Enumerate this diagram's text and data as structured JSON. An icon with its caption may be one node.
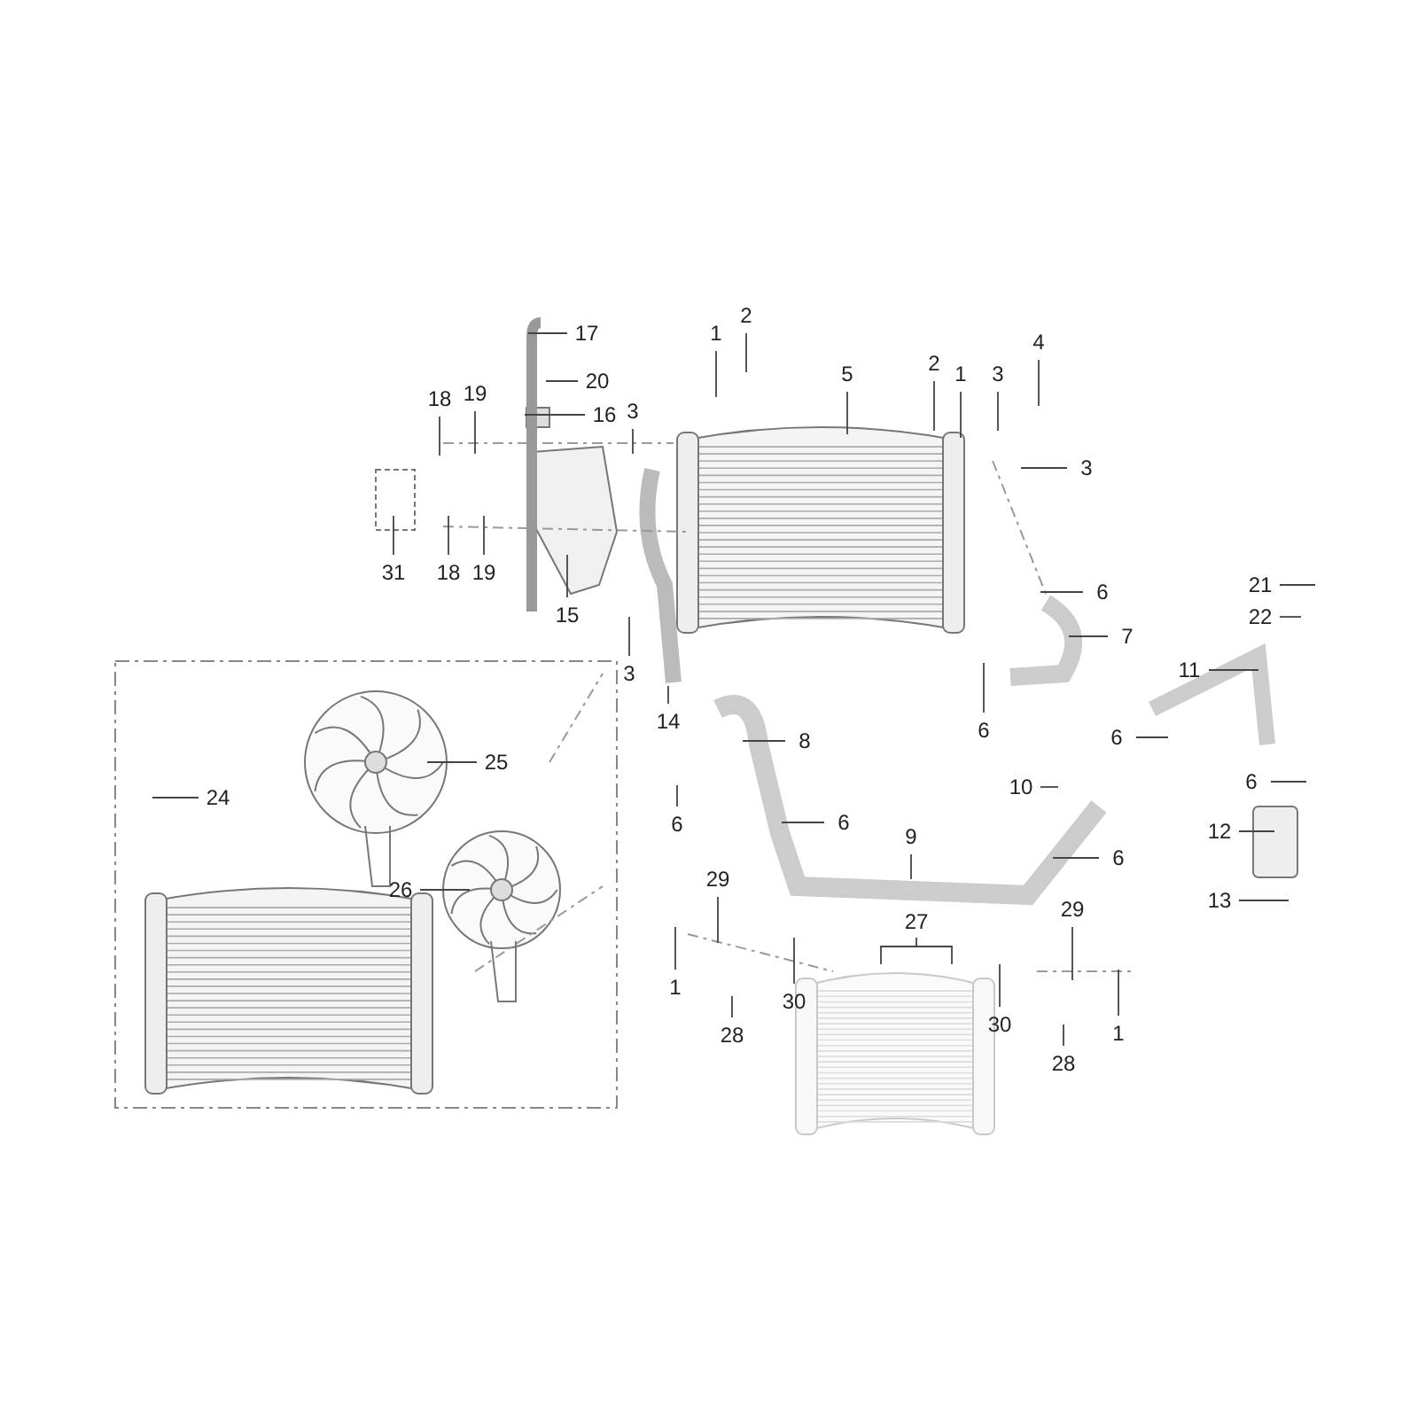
{
  "diagram": {
    "nodes": [
      {
        "text": [
          "17"
        ]
      },
      {
        "text": [
          "1"
        ]
      },
      {
        "text": [
          "2"
        ]
      },
      {
        "text": [
          "20"
        ]
      },
      {
        "text": [
          "16"
        ]
      },
      {
        "text": [
          "18"
        ]
      },
      {
        "text": [
          "19"
        ]
      },
      {
        "text": [
          "5"
        ]
      },
      {
        "text": [
          "2"
        ]
      },
      {
        "text": [
          "1"
        ]
      },
      {
        "text": [
          "3"
        ]
      },
      {
        "text": [
          "4"
        ]
      },
      {
        "text": [
          "3"
        ]
      },
      {
        "text": [
          "3"
        ]
      },
      {
        "text": [
          "6"
        ]
      },
      {
        "text": [
          "7"
        ]
      },
      {
        "text": [
          "6"
        ]
      },
      {
        "text": [
          "31"
        ]
      },
      {
        "text": [
          "18"
        ]
      },
      {
        "text": [
          "19"
        ]
      },
      {
        "text": [
          "15"
        ]
      },
      {
        "text": [
          "3"
        ]
      },
      {
        "text": [
          "14"
        ]
      },
      {
        "text": [
          "21"
        ]
      },
      {
        "text": [
          "22"
        ]
      },
      {
        "text": [
          "11"
        ]
      },
      {
        "text": [
          "8"
        ]
      },
      {
        "text": [
          "25"
        ]
      },
      {
        "text": [
          "24"
        ]
      },
      {
        "text": [
          "6"
        ]
      },
      {
        "text": [
          "6"
        ]
      },
      {
        "text": [
          "6"
        ]
      },
      {
        "text": [
          "10"
        ]
      },
      {
        "text": [
          "6"
        ]
      },
      {
        "text": [
          "12"
        ]
      },
      {
        "text": [
          "26"
        ]
      },
      {
        "text": [
          "6"
        ]
      },
      {
        "text": [
          "9"
        ]
      },
      {
        "text": [
          "13"
        ]
      },
      {
        "text": [
          "29"
        ]
      },
      {
        "text": [
          "27"
        ]
      },
      {
        "text": [
          "29"
        ]
      },
      {
        "text": [
          "1"
        ]
      },
      {
        "text": [
          "30"
        ]
      },
      {
        "text": [
          "28"
        ]
      },
      {
        "text": [
          "30"
        ]
      },
      {
        "text": [
          "28"
        ]
      },
      {
        "text": [
          "1"
        ]
      }
    ],
    "edges": [
      {
        "from": 0,
        "to": null,
        "arrow": "none"
      },
      {
        "from": 1,
        "to": null,
        "arrow": "none"
      },
      {
        "from": 2,
        "to": null,
        "arrow": "none"
      },
      {
        "from": 3,
        "to": null,
        "arrow": "none"
      },
      {
        "from": 4,
        "to": null,
        "arrow": "none"
      },
      {
        "from": 5,
        "to": null,
        "arrow": "none"
      },
      {
        "from": 6,
        "to": null,
        "arrow": "none"
      },
      {
        "from": 7,
        "to": null,
        "arrow": "none"
      },
      {
        "from": 8,
        "to": null,
        "arrow": "none"
      },
      {
        "from": 9,
        "to": null,
        "arrow": "none"
      },
      {
        "from": 10,
        "to": null,
        "arrow": "none"
      },
      {
        "from": 11,
        "to": null,
        "arrow": "none"
      },
      {
        "from": 12,
        "to": null,
        "arrow": "none"
      },
      {
        "from": 13,
        "to": null,
        "arrow": "none"
      },
      {
        "from": 14,
        "to": null,
        "arrow": "none"
      },
      {
        "from": 15,
        "to": null,
        "arrow": "none"
      },
      {
        "from": 16,
        "to": null,
        "arrow": "none"
      },
      {
        "from": 17,
        "to": null,
        "arrow": "none"
      },
      {
        "from": 18,
        "to": null,
        "arrow": "none"
      },
      {
        "from": 19,
        "to": null,
        "arrow": "none"
      },
      {
        "from": 20,
        "to": null,
        "arrow": "none"
      },
      {
        "from": 21,
        "to": null,
        "arrow": "none"
      },
      {
        "from": 22,
        "to": null,
        "arrow": "none"
      },
      {
        "from": 23,
        "to": null,
        "arrow": "none"
      },
      {
        "from": 24,
        "to": null,
        "arrow": "none"
      },
      {
        "from": 25,
        "to": null,
        "arrow": "none"
      },
      {
        "from": 26,
        "to": null,
        "arrow": "none"
      },
      {
        "from": 27,
        "to": null,
        "arrow": "none"
      },
      {
        "from": 28,
        "to": null,
        "arrow": "none"
      },
      {
        "from": 29,
        "to": null,
        "arrow": "none"
      },
      {
        "from": 30,
        "to": null,
        "arrow": "none"
      },
      {
        "from": 31,
        "to": null,
        "arrow": "none"
      },
      {
        "from": 32,
        "to": null,
        "arrow": "none"
      },
      {
        "from": 33,
        "to": null,
        "arrow": "none"
      },
      {
        "from": 34,
        "to": null,
        "arrow": "none"
      },
      {
        "from": 35,
        "to": null,
        "arrow": "none"
      },
      {
        "from": 36,
        "to": null,
        "arrow": "none"
      },
      {
        "from": 37,
        "to": null,
        "arrow": "none"
      },
      {
        "from": 38,
        "to": null,
        "arrow": "none"
      },
      {
        "from": 39,
        "to": null,
        "arrow": "none"
      },
      {
        "from": 40,
        "to": null,
        "arrow": "none"
      },
      {
        "from": 41,
        "to": null,
        "arrow": "none"
      },
      {
        "from": 42,
        "to": null,
        "arrow": "none"
      },
      {
        "from": 43,
        "to": null,
        "arrow": "none"
      },
      {
        "from": 44,
        "to": null,
        "arrow": "none"
      },
      {
        "from": 45,
        "to": null,
        "arrow": "none"
      },
      {
        "from": 46,
        "to": null,
        "arrow": "none"
      },
      {
        "from": 47,
        "to": null,
        "arrow": "none"
      }
    ]
  }
}
